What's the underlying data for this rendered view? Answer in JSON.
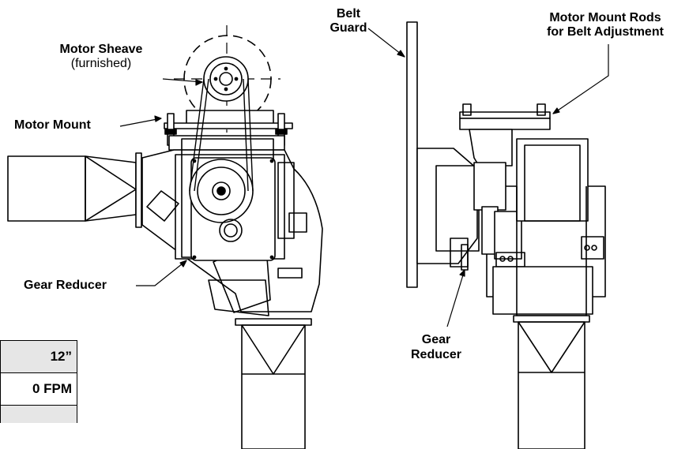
{
  "labels": {
    "motor_sheave": "Motor Sheave",
    "motor_sheave_note": "(furnished)",
    "motor_mount": "Motor Mount",
    "gear_reducer_left": "Gear Reducer",
    "belt_guard_line1": "Belt",
    "belt_guard_line2": "Guard",
    "motor_mount_rods_line1": "Motor Mount Rods",
    "motor_mount_rods_line2": "for Belt Adjustment",
    "gear_reducer_right_line1": "Gear",
    "gear_reducer_right_line2": "Reducer"
  },
  "table": {
    "rows": [
      "12”",
      "0 FPM",
      ""
    ]
  },
  "colors": {
    "line": "#000000",
    "shade": "#e6e6e6"
  }
}
